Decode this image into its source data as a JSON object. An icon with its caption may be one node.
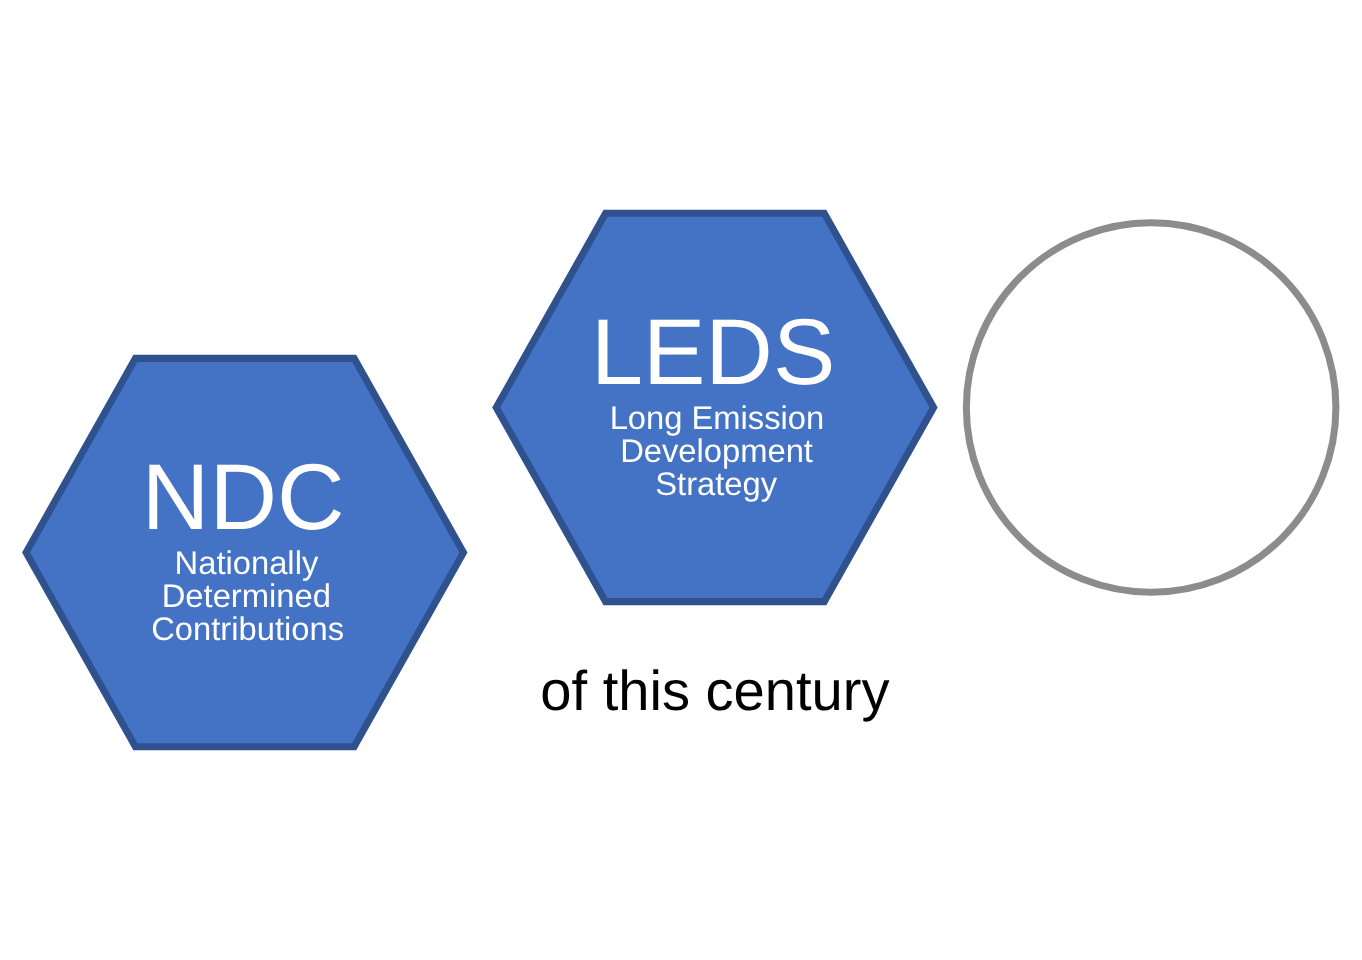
{
  "diagram": {
    "nodes": [
      {
        "text": [
          "NDC",
          "Nationally Determined Contributions"
        ]
      },
      {
        "text": [
          "LEDS",
          "Long Emission Development Strategy"
        ]
      },
      {
        "text": [],
        "shape": "circle"
      }
    ],
    "labels": [
      "of this century"
    ]
  }
}
